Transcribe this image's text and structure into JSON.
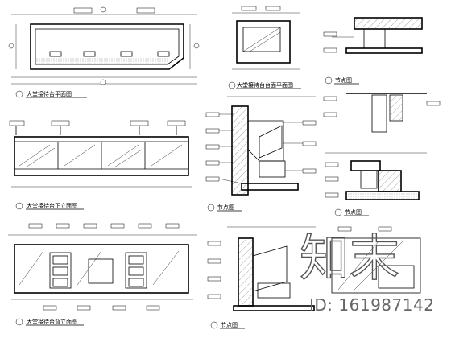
{
  "drawing": {
    "panels": [
      {
        "key": "plan",
        "caption": "大堂接待台平面图"
      },
      {
        "key": "top_plan",
        "caption": "大堂接待台台面平面图"
      },
      {
        "key": "front_elev",
        "caption": "大堂接待台正立面图"
      },
      {
        "key": "section_a",
        "caption": "节点图"
      },
      {
        "key": "detail_1",
        "caption": "节点图"
      },
      {
        "key": "detail_2",
        "caption": "节点图"
      },
      {
        "key": "back_elev",
        "caption": "大堂接待台背立面图"
      },
      {
        "key": "section_b",
        "caption": "节点图"
      }
    ]
  },
  "watermark": {
    "brand": "知末",
    "id_text": "ID: 161987142"
  }
}
